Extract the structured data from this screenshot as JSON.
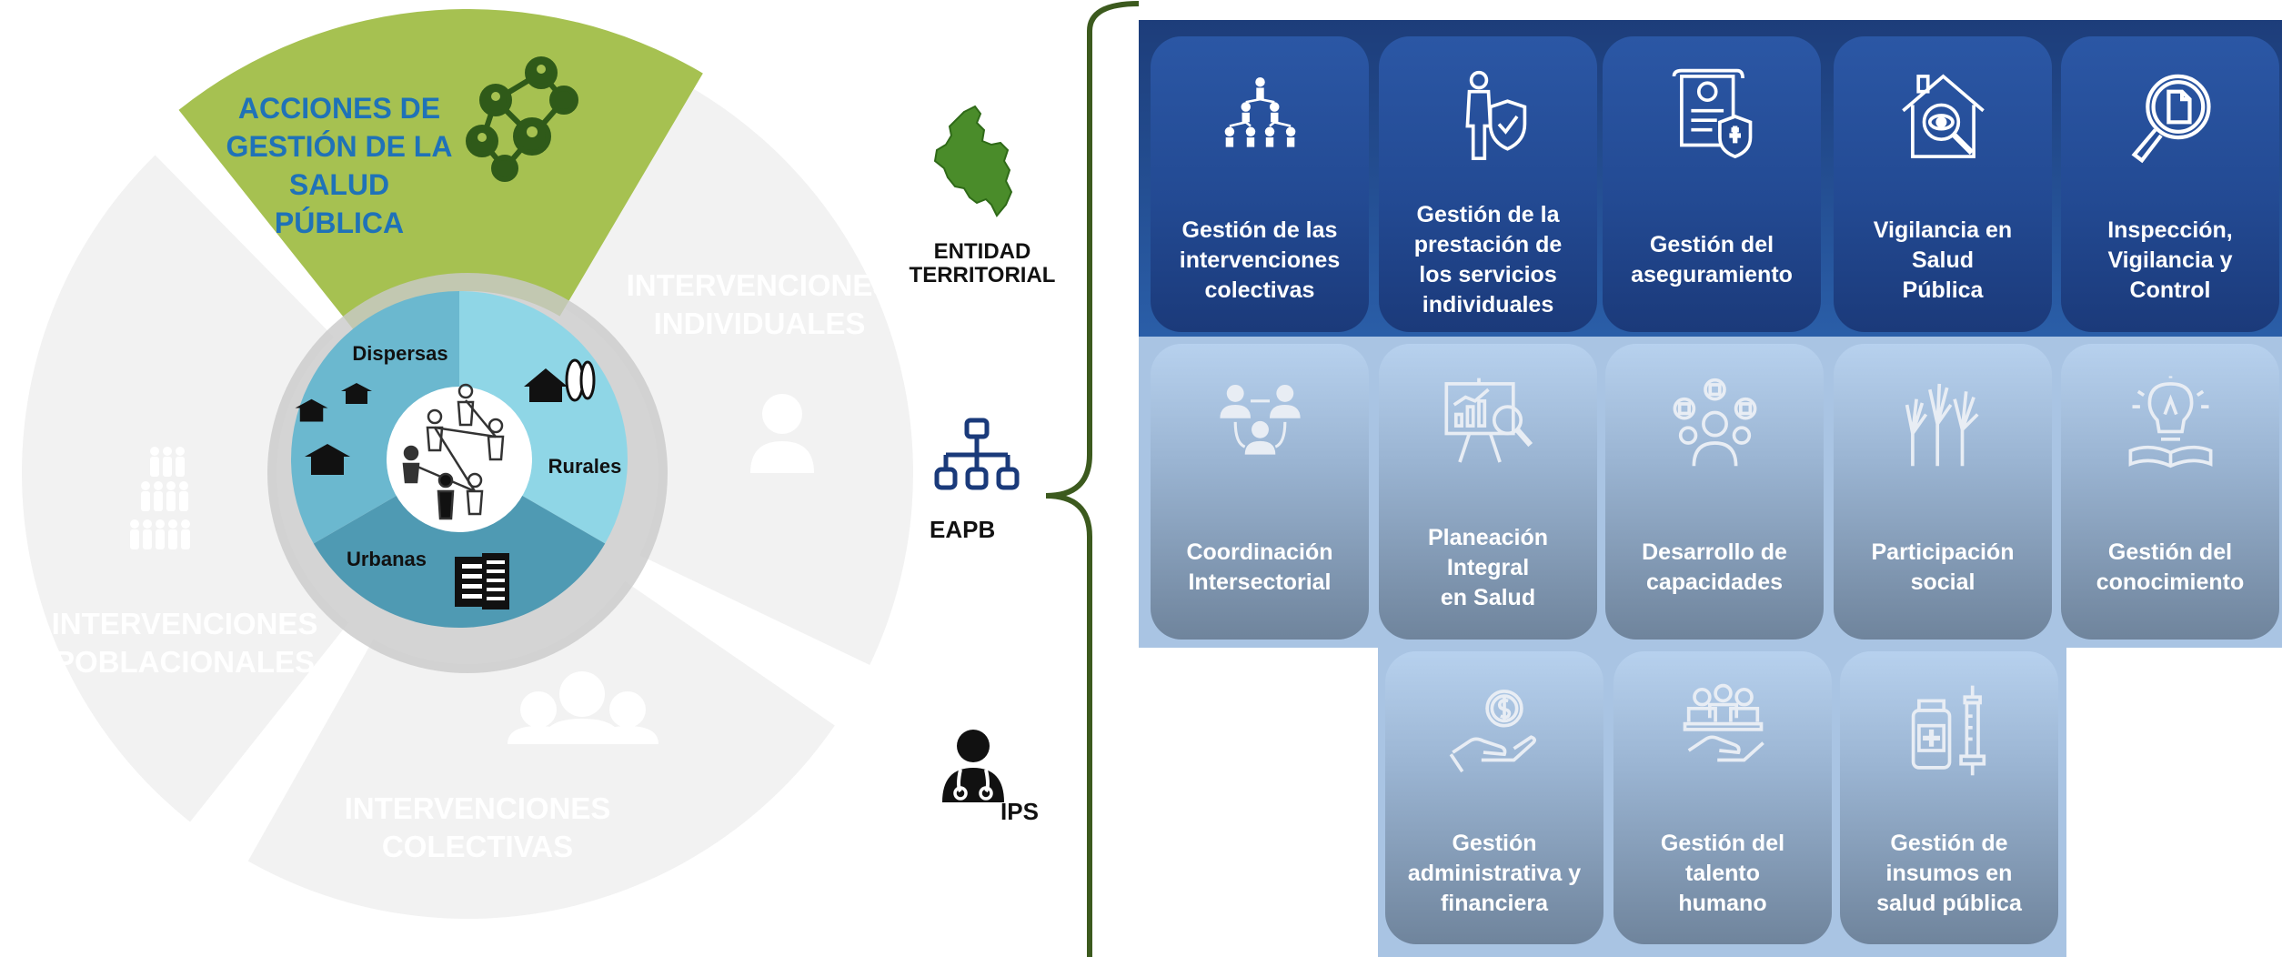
{
  "colors": {
    "green": "#a6c151",
    "green_text": "#1f72b8",
    "gray_segment": "#f2f2f2",
    "gray_text": "#ffffff",
    "inner_outer": "#68b3c8",
    "inner_light": "#8fd6e6",
    "inner_mid": "#6bb8cf",
    "inner_dark": "#4f9ab3",
    "bracket": "#3c5a1e",
    "panel_dark": "#234a93",
    "panel_light": "#a9c4e3",
    "entity_blue": "#1a3a7a"
  },
  "wheel": {
    "segments": [
      {
        "key": "acciones",
        "label_lines": [
          "ACCIONES DE",
          "GESTIÓN DE LA",
          "SALUD",
          "PÚBLICA"
        ],
        "icon": "network-people-icon"
      },
      {
        "key": "individuales",
        "label_lines": [
          "INTERVENCIONES",
          "INDIVIDUALES"
        ],
        "icon": "person-icon"
      },
      {
        "key": "colectivas",
        "label_lines": [
          "INTERVENCIONES",
          "COLECTIVAS"
        ],
        "icon": "group-icon"
      },
      {
        "key": "poblacionales",
        "label_lines": [
          "INTERVENCIONES",
          "POBLACIONALES"
        ],
        "icon": "population-icon"
      }
    ],
    "inner": {
      "dispersas": "Dispersas",
      "rurales": "Rurales",
      "urbanas": "Urbanas"
    }
  },
  "entities": [
    {
      "key": "territorial",
      "label_lines": [
        "ENTIDAD",
        "TERRITORIAL"
      ],
      "icon": "colombia-map-icon"
    },
    {
      "key": "eapb",
      "label": "EAPB",
      "icon": "org-chart-icon"
    },
    {
      "key": "ips",
      "label": "IPS",
      "icon": "doctor-icon"
    }
  ],
  "cards_row1": [
    {
      "label": "Gestión de las\nintervenciones\ncolectivas",
      "icon": "hierarchy-icon"
    },
    {
      "label": "Gestión de la\nprestación de\nlos servicios\nindividuales",
      "icon": "person-shield-icon"
    },
    {
      "label": "Gestión del\naseguramiento",
      "icon": "insurance-document-icon"
    },
    {
      "label": "Vigilancia en\nSalud\nPública",
      "icon": "house-eye-icon"
    },
    {
      "label": "Inspección,\nVigilancia y\nControl",
      "icon": "magnifier-document-icon"
    }
  ],
  "cards_row2": [
    {
      "label": "Coordinación\nIntersectorial",
      "icon": "people-connected-icon"
    },
    {
      "label": "Planeación\nIntegral\nen Salud",
      "icon": "presentation-chart-icon"
    },
    {
      "label": "Desarrollo de\ncapacidades",
      "icon": "person-ideas-icon"
    },
    {
      "label": "Participación\nsocial",
      "icon": "raised-hands-icon"
    },
    {
      "label": "Gestión del\nconocimiento",
      "icon": "lightbulb-book-icon"
    }
  ],
  "cards_row3": [
    {
      "label": "Gestión\nadministrativa y\nfinanciera",
      "icon": "hand-coin-icon"
    },
    {
      "label": "Gestión del\ntalento\nhumano",
      "icon": "hand-team-icon"
    },
    {
      "label": "Gestión de\ninsumos en\nsalud pública",
      "icon": "vial-syringe-icon"
    }
  ]
}
